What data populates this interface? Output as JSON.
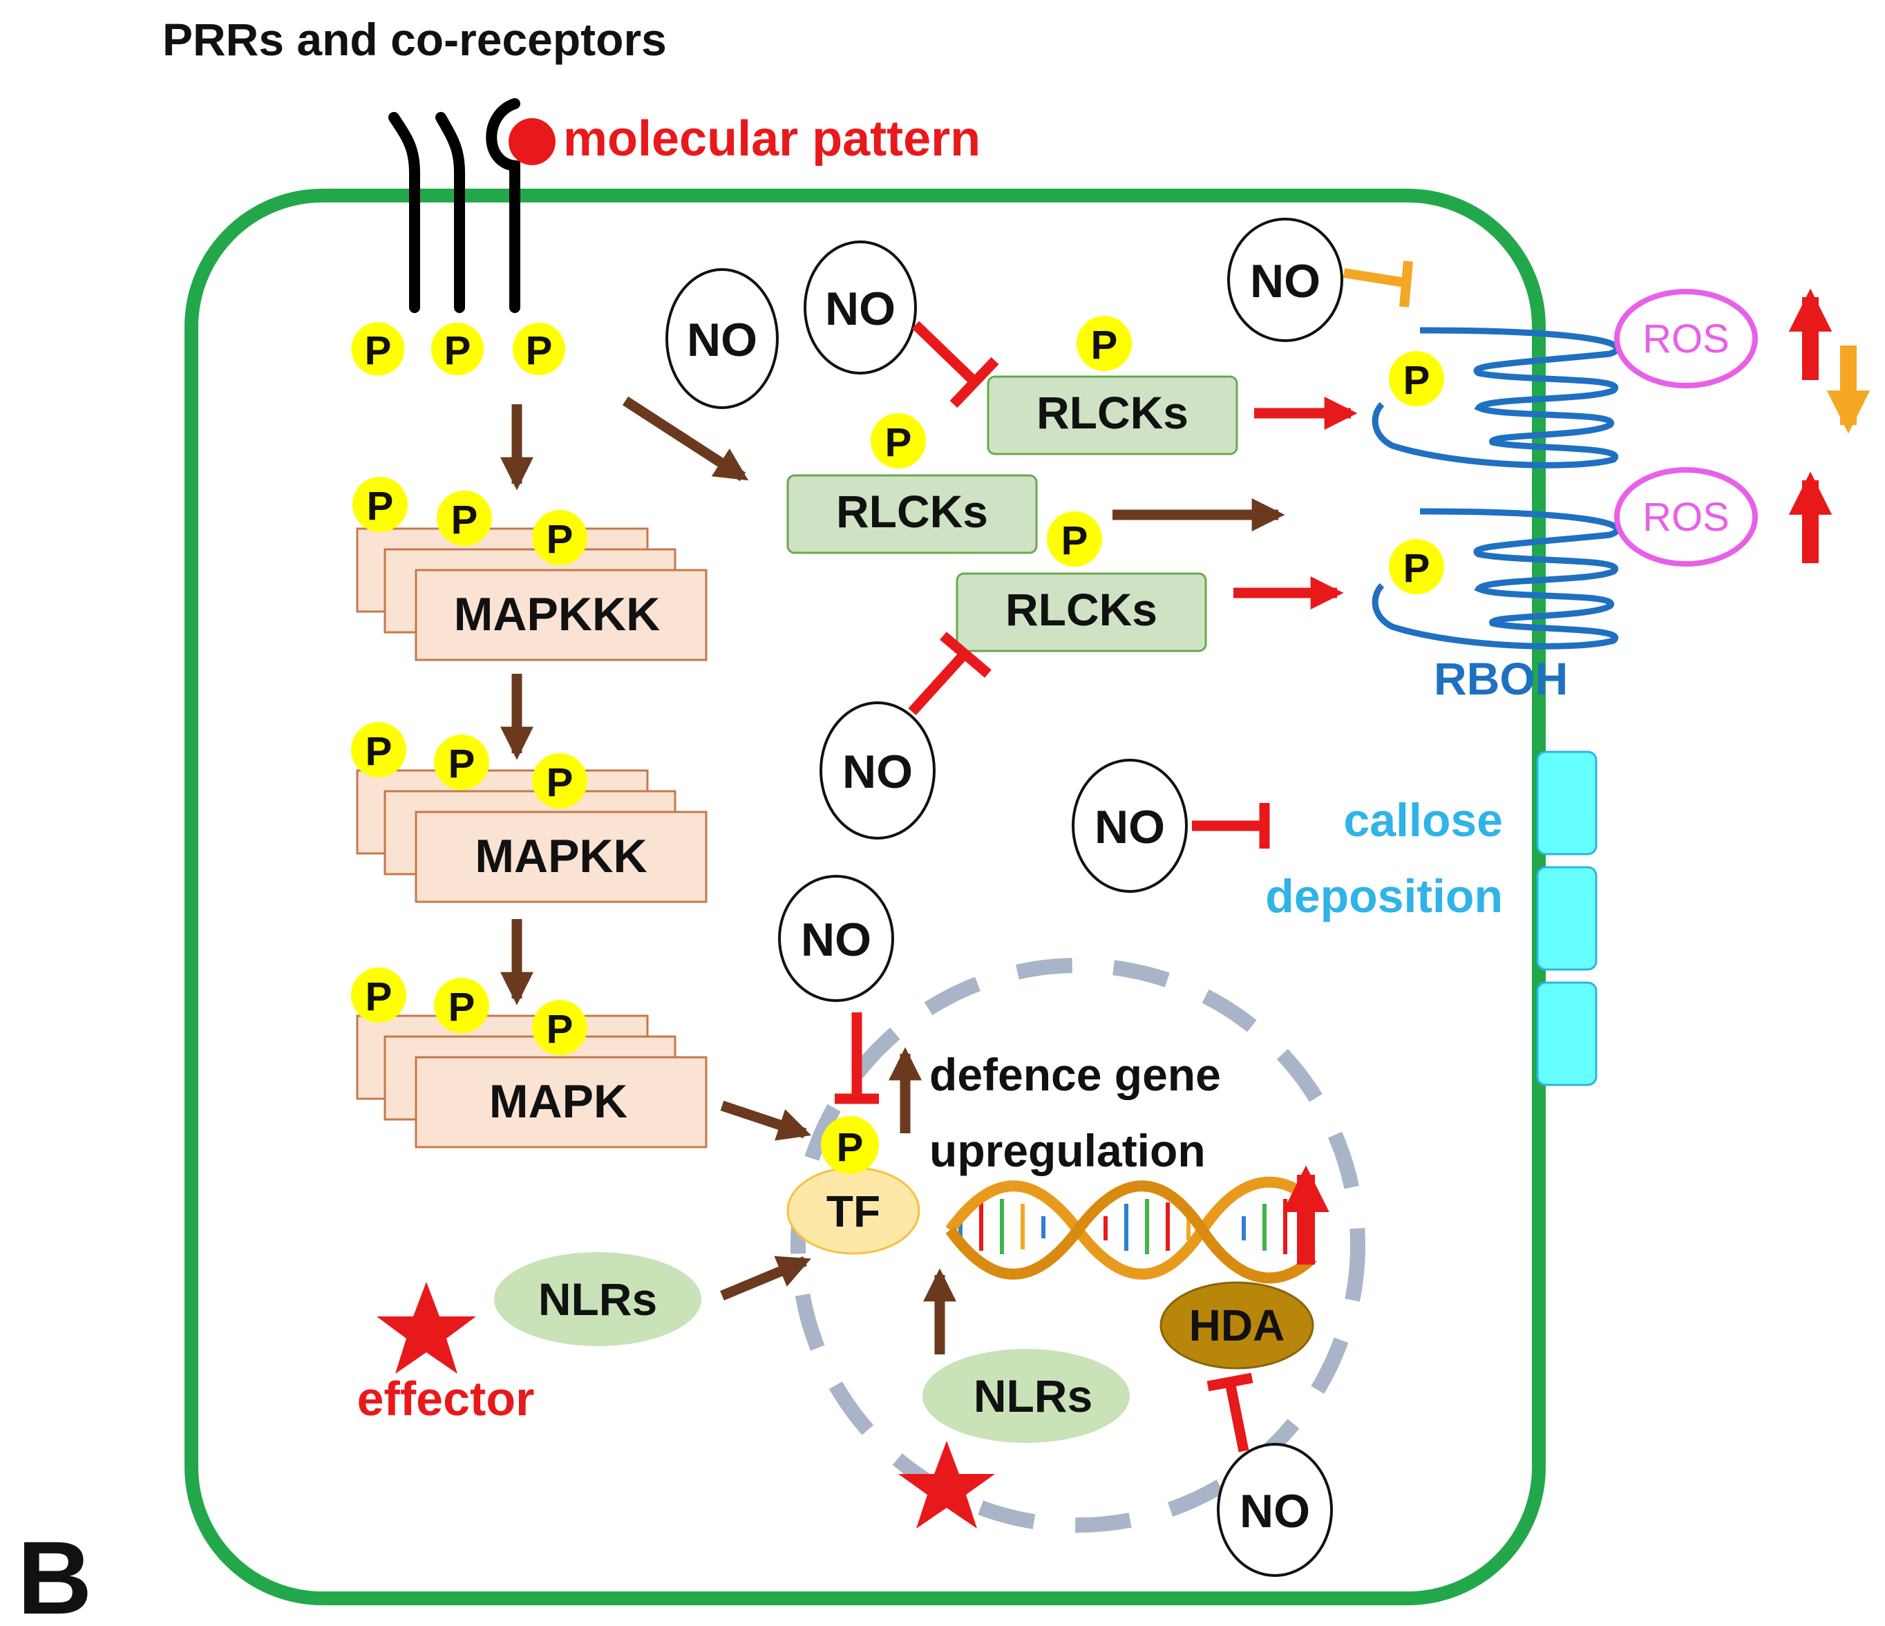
{
  "title": "PRRs and co-receptors",
  "panel_label": "B",
  "molecular_pattern": "molecular pattern",
  "phospho": "P",
  "no": "NO",
  "kinases": {
    "mapkkk": "MAPKKK",
    "mapkk": "MAPKK",
    "mapk": "MAPK"
  },
  "rlcks": "RLCKs",
  "rboh": "RBOH",
  "ros": "ROS",
  "callose": {
    "line1": "callose",
    "line2": "deposition"
  },
  "defence": {
    "line1": "defence gene",
    "line2": "upregulation"
  },
  "tf": "TF",
  "hda": "HDA",
  "nlrs": "NLRs",
  "effector": "effector",
  "colors": {
    "cell_wall": "#22a84a",
    "activation_arrow": "#6b3a1e",
    "inhibition": "#e8191b",
    "no_inhibition_orange": "#f5a623",
    "phospho_fill": "#ffff00",
    "rlck_fill": "#cfe3c4",
    "kinase_fill": "#fbe3d3",
    "rboh": "#1f70c1",
    "ros": "#e860e8",
    "callose": "#2fb3e8",
    "nucleus": "#aab4c8"
  }
}
